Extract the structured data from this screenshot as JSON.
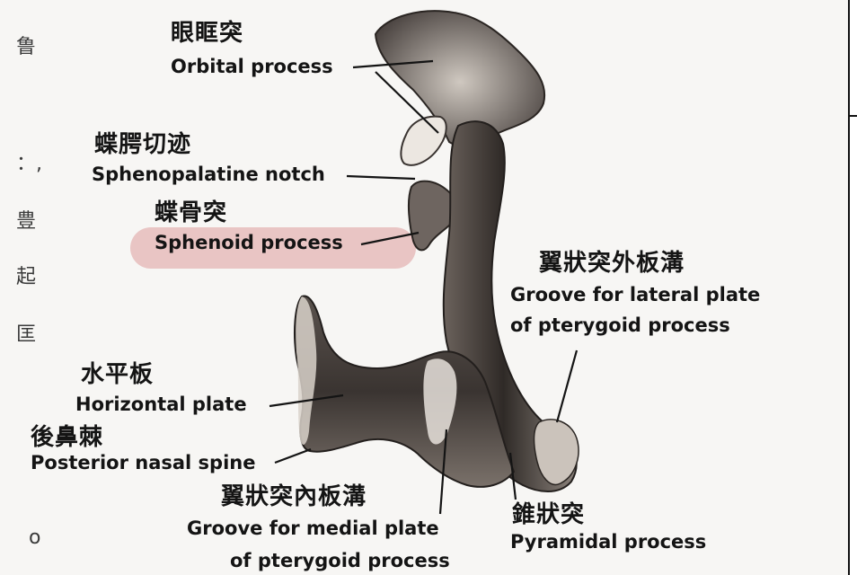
{
  "labels": {
    "orbital": {
      "zh": "眼眶突",
      "en": "Orbital process"
    },
    "sphenopalatine": {
      "zh": "蝶腭切迹",
      "en": "Sphenopalatine notch"
    },
    "sphenoid": {
      "zh": "蝶骨突",
      "en": "Sphenoid process"
    },
    "lateral_groove": {
      "zh": "翼狀突外板溝",
      "en_1": "Groove for lateral plate",
      "en_2": "of pterygoid process"
    },
    "horizontal": {
      "zh": "水平板",
      "en": "Horizontal plate"
    },
    "nasal_spine": {
      "zh": "後鼻棘",
      "en": "Posterior nasal spine"
    },
    "medial_groove": {
      "zh": "翼狀突內板溝",
      "en_1": "Groove for medial plate",
      "en_2": "of pterygoid process"
    },
    "pyramidal": {
      "zh": "錐狀突",
      "en": "Pyramidal process"
    }
  },
  "margin_fragments": [
    "鲁",
    "：,",
    "豊",
    "起",
    "匡",
    "o"
  ],
  "colors": {
    "highlight": "#d68080",
    "bone_light": "#e9e4de",
    "bone_mid": "#9a9088",
    "bone_dark": "#3c3633",
    "text": "#141414"
  }
}
